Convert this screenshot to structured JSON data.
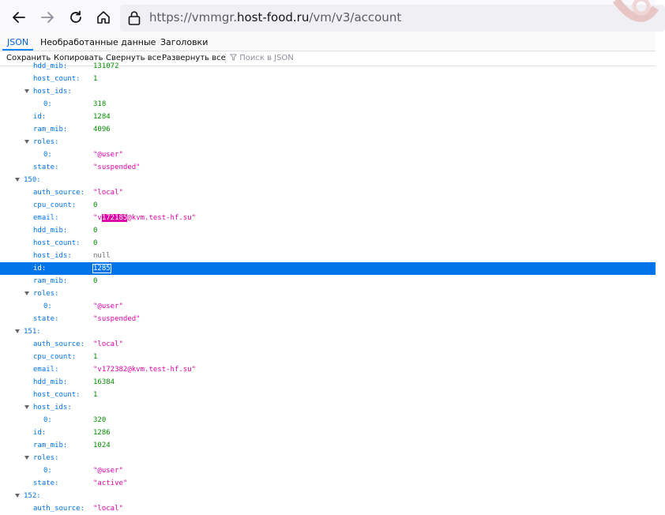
{
  "url": {
    "scheme": "https://",
    "sub": "vmmgr.",
    "host": "host-food.ru",
    "path": "/vm/v3/account"
  },
  "tabs": [
    {
      "label": "JSON",
      "active": true
    },
    {
      "label": "Необработанные данные",
      "active": false
    },
    {
      "label": "Заголовки",
      "active": false
    }
  ],
  "toolbar": {
    "save": "Сохранить",
    "copy": "Копировать",
    "collapse": "Свернуть все",
    "expand": "Развернуть все",
    "filter_placeholder": "Поиск в JSON"
  },
  "tree": [
    {
      "indent": 2,
      "key": "hdd_mib:",
      "value": "131072",
      "type": "num"
    },
    {
      "indent": 2,
      "key": "host_count:",
      "value": "1",
      "type": "num"
    },
    {
      "indent": 2,
      "key": "host_ids:",
      "twisty": true
    },
    {
      "indent": 3,
      "key": "0:",
      "value": "318",
      "type": "num"
    },
    {
      "indent": 2,
      "key": "id:",
      "value": "1284",
      "type": "num"
    },
    {
      "indent": 2,
      "key": "ram_mib:",
      "value": "4096",
      "type": "num"
    },
    {
      "indent": 2,
      "key": "roles:",
      "twisty": true
    },
    {
      "indent": 3,
      "key": "0:",
      "value": "\"@user\"",
      "type": "str"
    },
    {
      "indent": 2,
      "key": "state:",
      "value": "\"suspended\"",
      "type": "str"
    },
    {
      "indent": 1,
      "key": "150:",
      "twisty": true
    },
    {
      "indent": 2,
      "key": "auth_source:",
      "value": "\"local\"",
      "type": "str"
    },
    {
      "indent": 2,
      "key": "cpu_count:",
      "value": "0",
      "type": "num"
    },
    {
      "indent": 2,
      "key": "email:",
      "value_pre": "\"v",
      "value_hl": "172185",
      "value_post": "@kvm.test-hf.su\"",
      "type": "str"
    },
    {
      "indent": 2,
      "key": "hdd_mib:",
      "value": "0",
      "type": "num"
    },
    {
      "indent": 2,
      "key": "host_count:",
      "value": "0",
      "type": "num"
    },
    {
      "indent": 2,
      "key": "host_ids:",
      "value": "null",
      "type": "nul"
    },
    {
      "indent": 2,
      "key": "id:",
      "value": "1285",
      "type": "num",
      "selected": true
    },
    {
      "indent": 2,
      "key": "ram_mib:",
      "value": "0",
      "type": "num"
    },
    {
      "indent": 2,
      "key": "roles:",
      "twisty": true
    },
    {
      "indent": 3,
      "key": "0:",
      "value": "\"@user\"",
      "type": "str"
    },
    {
      "indent": 2,
      "key": "state:",
      "value": "\"suspended\"",
      "type": "str"
    },
    {
      "indent": 1,
      "key": "151:",
      "twisty": true
    },
    {
      "indent": 2,
      "key": "auth_source:",
      "value": "\"local\"",
      "type": "str"
    },
    {
      "indent": 2,
      "key": "cpu_count:",
      "value": "1",
      "type": "num"
    },
    {
      "indent": 2,
      "key": "email:",
      "value": "\"v172382@kvm.test-hf.su\"",
      "type": "str"
    },
    {
      "indent": 2,
      "key": "hdd_mib:",
      "value": "16384",
      "type": "num"
    },
    {
      "indent": 2,
      "key": "host_count:",
      "value": "1",
      "type": "num"
    },
    {
      "indent": 2,
      "key": "host_ids:",
      "twisty": true
    },
    {
      "indent": 3,
      "key": "0:",
      "value": "320",
      "type": "num"
    },
    {
      "indent": 2,
      "key": "id:",
      "value": "1286",
      "type": "num"
    },
    {
      "indent": 2,
      "key": "ram_mib:",
      "value": "1024",
      "type": "num"
    },
    {
      "indent": 2,
      "key": "roles:",
      "twisty": true
    },
    {
      "indent": 3,
      "key": "0:",
      "value": "\"@user\"",
      "type": "str"
    },
    {
      "indent": 2,
      "key": "state:",
      "value": "\"active\"",
      "type": "str"
    },
    {
      "indent": 1,
      "key": "152:",
      "twisty": true
    },
    {
      "indent": 2,
      "key": "auth_source:",
      "value": "\"local\"",
      "type": "str"
    }
  ]
}
